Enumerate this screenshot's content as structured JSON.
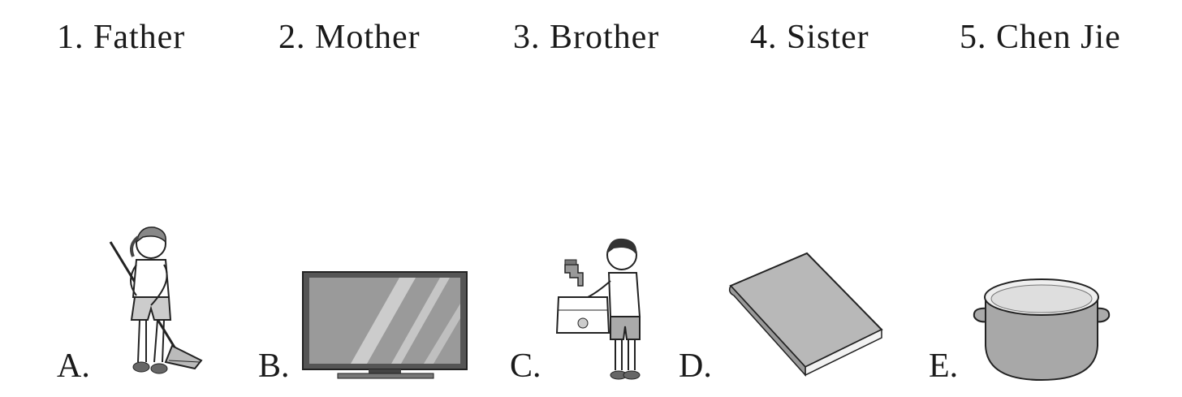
{
  "names": [
    "1. Father",
    "2. Mother",
    "3. Brother",
    "4. Sister",
    "5. Chen Jie"
  ],
  "options": [
    {
      "letter": "A.",
      "icon": "girl-sweeping-icon"
    },
    {
      "letter": "B.",
      "icon": "tv-icon"
    },
    {
      "letter": "C.",
      "icon": "boy-washing-icon"
    },
    {
      "letter": "D.",
      "icon": "book-icon"
    },
    {
      "letter": "E.",
      "icon": "pot-icon"
    }
  ]
}
